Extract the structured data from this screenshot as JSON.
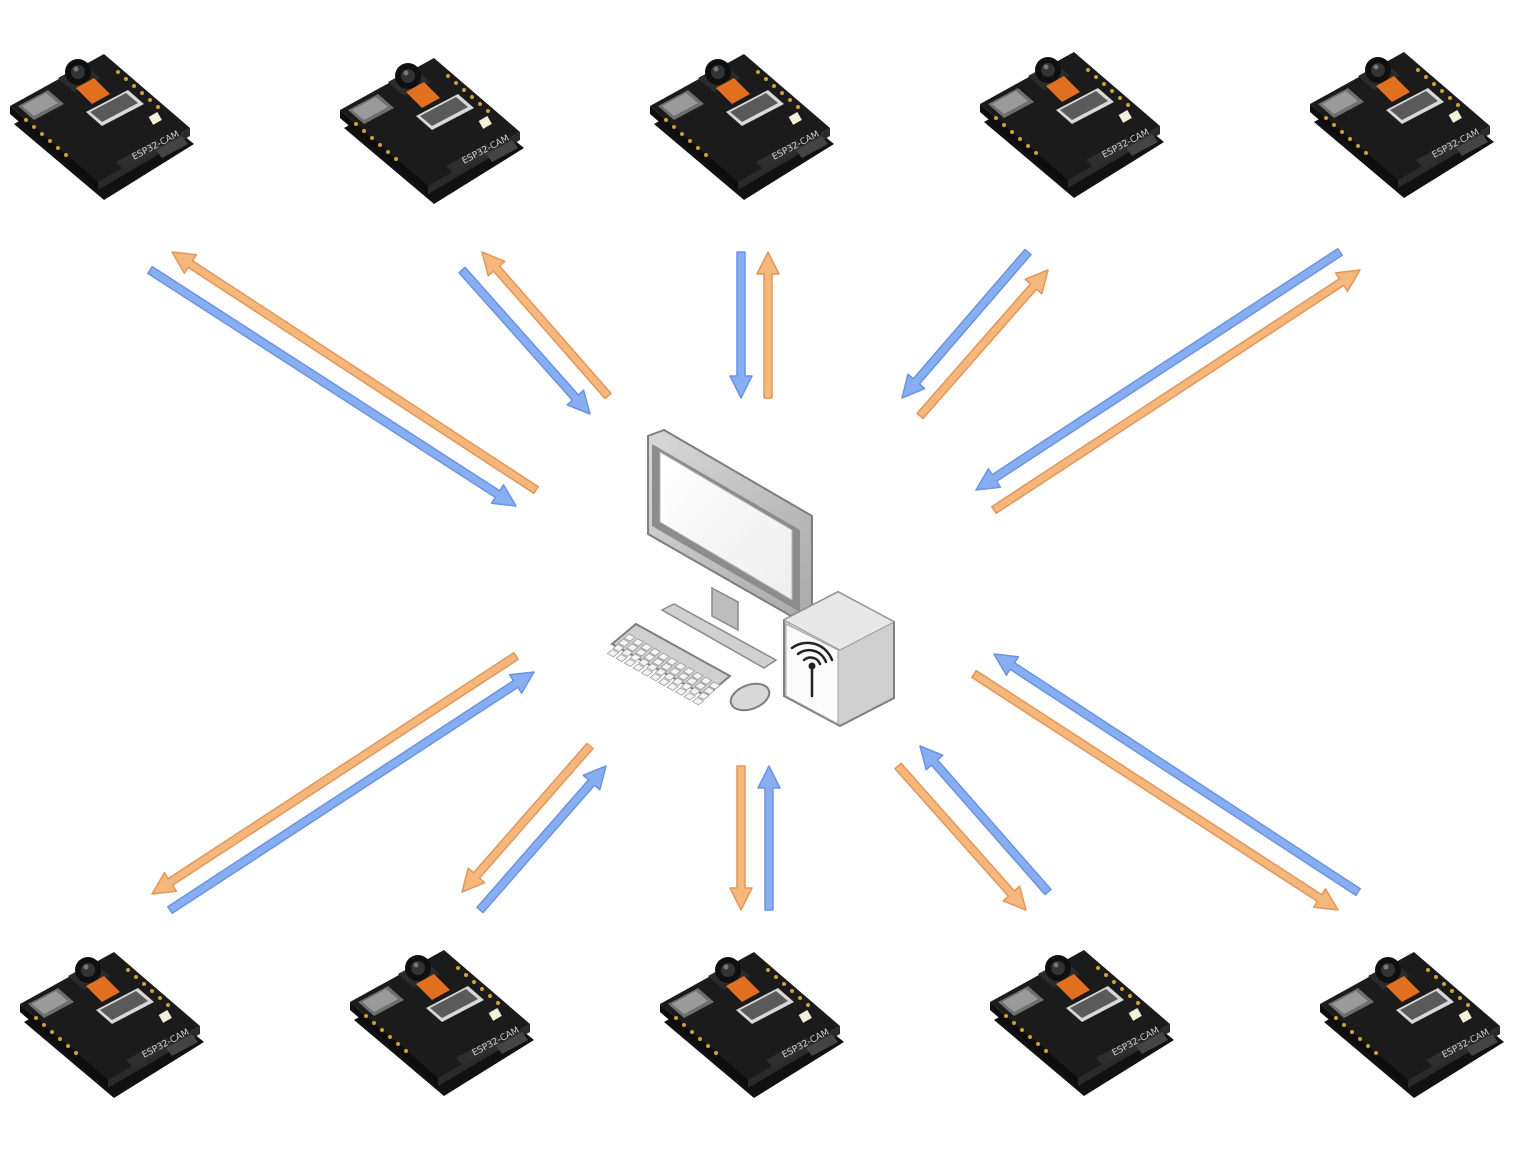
{
  "diagram": {
    "type": "star-network",
    "hub": {
      "name": "wireless-computer",
      "icon": "desktop-computer-with-wifi-tower-icon"
    },
    "node_icon": "esp32-cam-board-icon",
    "node_label": "ESP32-CAM",
    "node_count": 10,
    "links_per_node": 2
  },
  "colors": {
    "uplink": "#88aef2",
    "downlink": "#f5b77c",
    "uplink_stroke": "#6b93e3",
    "downlink_stroke": "#e3975a",
    "board_black": "#1b1b1b",
    "ribbon_orange": "#e0701f"
  },
  "nodes": [
    {
      "id": "cam-1",
      "label": "ESP32-CAM"
    },
    {
      "id": "cam-2",
      "label": "ESP32-CAM"
    },
    {
      "id": "cam-3",
      "label": "ESP32-CAM"
    },
    {
      "id": "cam-4",
      "label": "ESP32-CAM"
    },
    {
      "id": "cam-5",
      "label": "ESP32-CAM"
    },
    {
      "id": "cam-6",
      "label": "ESP32-CAM"
    },
    {
      "id": "cam-7",
      "label": "ESP32-CAM"
    },
    {
      "id": "cam-8",
      "label": "ESP32-CAM"
    },
    {
      "id": "cam-9",
      "label": "ESP32-CAM"
    },
    {
      "id": "cam-10",
      "label": "ESP32-CAM"
    }
  ]
}
